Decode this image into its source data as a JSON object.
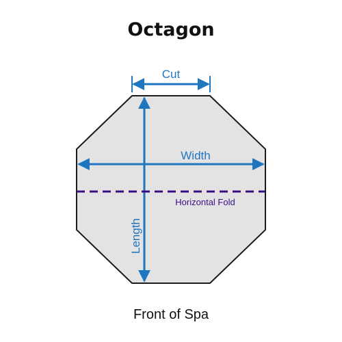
{
  "title": "Octagon",
  "labels": {
    "cut": "Cut",
    "width": "Width",
    "length": "Length",
    "fold": "Horizontal Fold"
  },
  "footer": "Front of Spa",
  "colors": {
    "shape_fill": "#e3e3e3",
    "shape_stroke": "#1a1a1a",
    "dimension_blue": "#1f76c0",
    "fold_purple": "#3a0f86"
  }
}
